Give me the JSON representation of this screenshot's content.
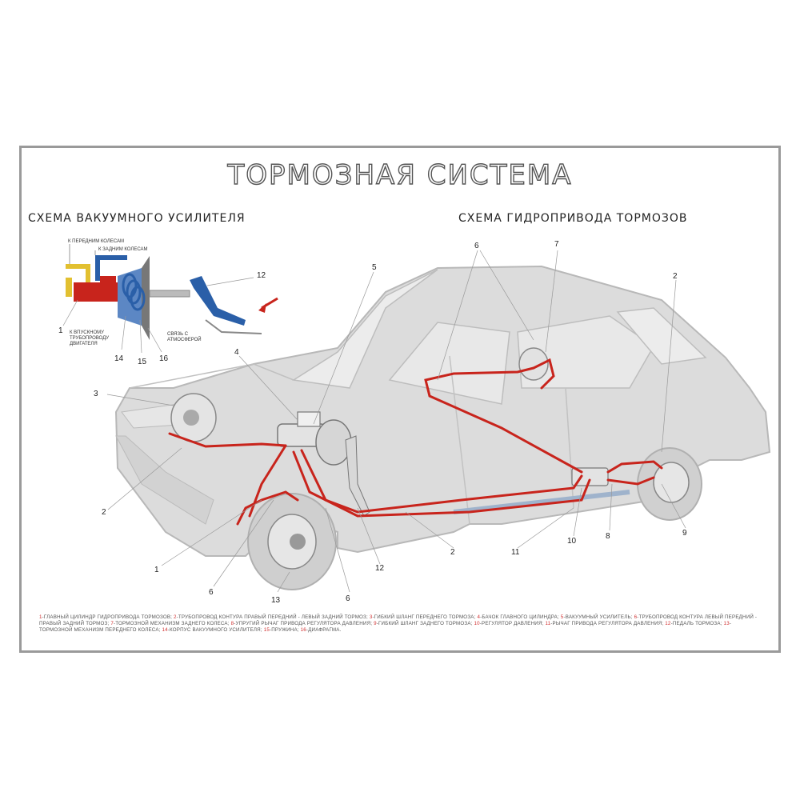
{
  "title": "ТОРМОЗНАЯ СИСТЕМА",
  "subtitles": {
    "left": "СХЕМА ВАКУУМНОГО УСИЛИТЕЛЯ",
    "right": "СХЕМА ГИДРОПРИВОДА ТОРМОЗОВ"
  },
  "booster_labels": {
    "front_wheels": "К ПЕРЕДНИМ КОЛЕСАМ",
    "rear_wheels": "К ЗАДНИМ КОЛЕСАМ",
    "intake_line1": "К ВПУСКНОМУ",
    "intake_line2": "ТРУБОПРОВОДУ",
    "intake_line3": "ДВИГАТЕЛЯ",
    "atm_line1": "СВЯЗЬ С",
    "atm_line2": "АТМОСФЕРОЙ"
  },
  "callouts": {
    "b1": "1",
    "b12": "12",
    "b14": "14",
    "b15": "15",
    "b16": "16",
    "c2a": "2",
    "c2b": "2",
    "c2c": "2",
    "c3": "3",
    "c4": "4",
    "c5": "5",
    "c6a": "6",
    "c6b": "6",
    "c6c": "6",
    "c7": "7",
    "c8": "8",
    "c9": "9",
    "c10": "10",
    "c11": "11",
    "c12": "12",
    "c13": "13",
    "c1": "1"
  },
  "legend": [
    {
      "n": "1",
      "text": "-ГЛАВНЫЙ ЦИЛИНДР ГИДРОПРИВОДА ТОРМОЗОВ;"
    },
    {
      "n": "2",
      "text": "-ТРУБОПРОВОД КОНТУРА ПРАВЫЙ ПЕРЕДНИЙ - ЛЕВЫЙ ЗАДНИЙ ТОРМОЗ;"
    },
    {
      "n": "3",
      "text": "-ГИБКИЙ ШЛАНГ ПЕРЕДНЕГО ТОРМОЗА;"
    },
    {
      "n": "4",
      "text": "-БАЧОК ГЛАВНОГО ЦИЛИНДРА;"
    },
    {
      "n": "5",
      "text": "-ВАКУУМНЫЙ УСИЛИТЕЛЬ;"
    },
    {
      "n": "6",
      "text": "-ТРУБОПРОВОД КОНТУРА ЛЕВЫЙ ПЕРЕДНИЙ - ПРАВЫЙ ЗАДНИЙ ТОРМОЗ;"
    },
    {
      "n": "7",
      "text": "-ТОРМОЗНОЙ МЕХАНИЗМ ЗАДНЕГО КОЛЕСА;"
    },
    {
      "n": "8",
      "text": "-УПРУГИЙ РЫЧАГ ПРИВОДА РЕГУЛЯТОРА ДАВЛЕНИЯ;"
    },
    {
      "n": "9",
      "text": "-ГИБКИЙ ШЛАНГ ЗАДНЕГО ТОРМОЗА;"
    },
    {
      "n": "10",
      "text": "-РЕГУЛЯТОР ДАВЛЕНИЯ;"
    },
    {
      "n": "11",
      "text": "-РЫЧАГ ПРИВОДА РЕГУЛЯТОРА ДАВЛЕНИЯ;"
    },
    {
      "n": "12",
      "text": "-ПЕДАЛЬ ТОРМОЗА;"
    },
    {
      "n": "13",
      "text": "-ТОРМОЗНОЙ МЕХАНИЗМ ПЕРЕДНЕГО КОЛЕСА;"
    },
    {
      "n": "14",
      "text": "-КОРПУС ВАКУУМНОГО УСИЛИТЕЛЯ;"
    },
    {
      "n": "15",
      "text": "-ПРУЖИНА;"
    },
    {
      "n": "16",
      "text": "-ДИАФРАГМА."
    }
  ],
  "colors": {
    "brake_line": "#c8241c",
    "car_body": "#d9d9d9",
    "border": "#9a9a9a",
    "booster_blue": "#2a5fa8",
    "booster_red": "#c8241c"
  }
}
